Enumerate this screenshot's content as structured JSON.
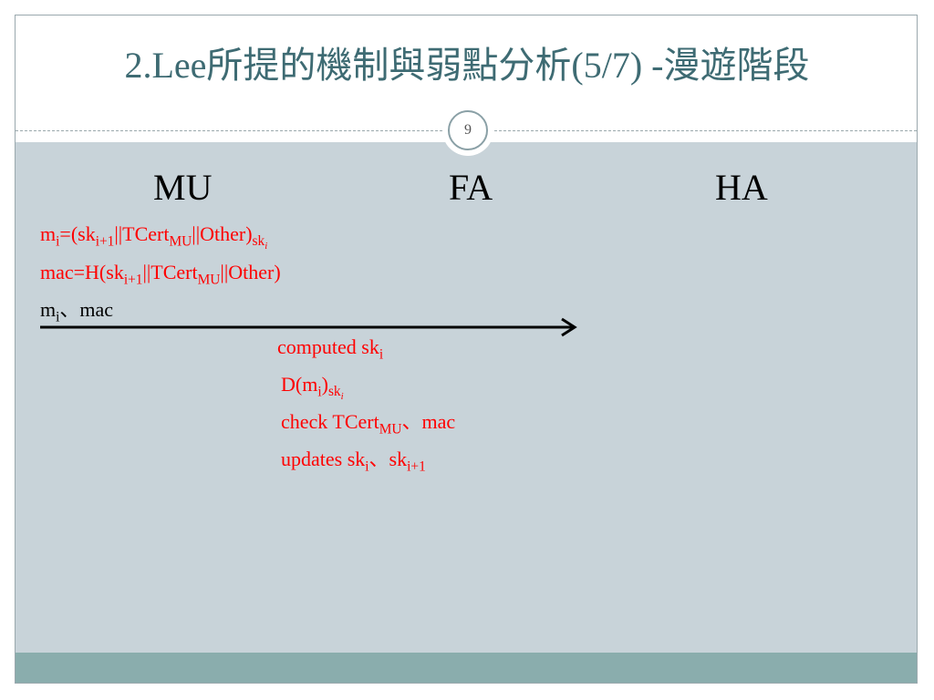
{
  "slide": {
    "title": "2.Lee所提的機制與弱點分析(5/7) -漫遊階段",
    "page_number": "9"
  },
  "entities": {
    "mu": "MU",
    "fa": "FA",
    "ha": "HA"
  },
  "mu_side": {
    "line1": {
      "a": "m",
      "a_sub": "i",
      "b": "=(sk",
      "b_sub": "i+1",
      "c": "||TCert",
      "c_sub": "MU",
      "d": "||Other)",
      "d_sub": "sk",
      "d_sub_sub": "i"
    },
    "line2": {
      "a": "mac=H(sk",
      "a_sub": "i+1",
      "b": "||TCert",
      "b_sub": "MU",
      "c": "||Other)"
    },
    "line3": {
      "a": "m",
      "a_sub": "i",
      "b": "、mac"
    }
  },
  "fa_side": {
    "line1": {
      "a": "computed sk",
      "a_sub": "i"
    },
    "line2": {
      "a": "D(m",
      "a_sub": "i",
      "b": ")",
      "b_sub": "sk",
      "b_sub_sub": "i"
    },
    "line3": {
      "a": "check TCert",
      "a_sub": "MU",
      "b": "、mac"
    },
    "line4": {
      "a": "updates sk",
      "a_sub": "i",
      "b": "、sk",
      "b_sub": "i+1"
    }
  },
  "colors": {
    "title": "#3e6b73",
    "content_bg": "#c8d3d9",
    "footer": "#8aadad",
    "emphasis": "#ff0000"
  }
}
